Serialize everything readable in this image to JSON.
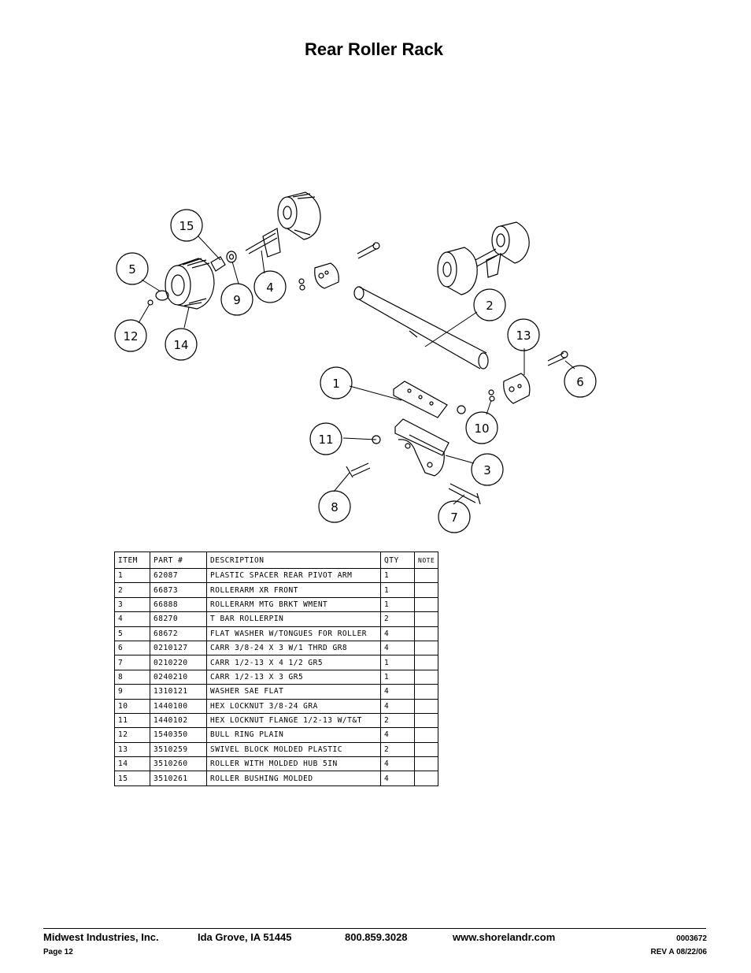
{
  "title": "Rear Roller Rack",
  "callouts": [
    "15",
    "5",
    "9",
    "4",
    "12",
    "14",
    "2",
    "13",
    "6",
    "1",
    "10",
    "11",
    "3",
    "8",
    "7"
  ],
  "table": {
    "headers": {
      "item": "ITEM",
      "part": "PART #",
      "description": "DESCRIPTION",
      "qty": "QTY",
      "note": "NOTE"
    },
    "rows": [
      {
        "item": "1",
        "part": "62087",
        "description": "PLASTIC SPACER REAR PIVOT ARM",
        "qty": "1",
        "note": ""
      },
      {
        "item": "2",
        "part": "66873",
        "description": "ROLLERARM XR FRONT",
        "qty": "1",
        "note": ""
      },
      {
        "item": "3",
        "part": "66888",
        "description": "ROLLERARM MTG BRKT WMENT",
        "qty": "1",
        "note": ""
      },
      {
        "item": "4",
        "part": "68270",
        "description": "T BAR ROLLERPIN",
        "qty": "2",
        "note": ""
      },
      {
        "item": "5",
        "part": "68672",
        "description": "FLAT WASHER W/TONGUES FOR ROLLER",
        "qty": "4",
        "note": ""
      },
      {
        "item": "6",
        "part": "0210127",
        "description": "CARR 3/8-24 X 3 W/1 THRD GR8",
        "qty": "4",
        "note": ""
      },
      {
        "item": "7",
        "part": "0210220",
        "description": "CARR 1/2-13 X 4 1/2 GR5",
        "qty": "1",
        "note": ""
      },
      {
        "item": "8",
        "part": "0240210",
        "description": "CARR 1/2-13 X 3 GR5",
        "qty": "1",
        "note": ""
      },
      {
        "item": "9",
        "part": "1310121",
        "description": "WASHER SAE FLAT",
        "qty": "4",
        "note": ""
      },
      {
        "item": "10",
        "part": "1440100",
        "description": "HEX LOCKNUT 3/8-24 GRA",
        "qty": "4",
        "note": ""
      },
      {
        "item": "11",
        "part": "1440102",
        "description": "HEX LOCKNUT FLANGE 1/2-13 W/T&T",
        "qty": "2",
        "note": ""
      },
      {
        "item": "12",
        "part": "1540350",
        "description": "BULL RING PLAIN",
        "qty": "4",
        "note": ""
      },
      {
        "item": "13",
        "part": "3510259",
        "description": "SWIVEL BLOCK MOLDED PLASTIC",
        "qty": "2",
        "note": ""
      },
      {
        "item": "14",
        "part": "3510260",
        "description": "ROLLER WITH MOLDED HUB  5IN",
        "qty": "4",
        "note": ""
      },
      {
        "item": "15",
        "part": "3510261",
        "description": "ROLLER BUSHING MOLDED",
        "qty": "4",
        "note": ""
      }
    ]
  },
  "footer": {
    "company": "Midwest Industries, Inc.",
    "location": "Ida Grove, IA  51445",
    "phone": "800.859.3028",
    "website": "www.shorelandr.com",
    "doc_number": "0003672",
    "page": "Page 12",
    "revision": "REV A  08/22/06"
  }
}
